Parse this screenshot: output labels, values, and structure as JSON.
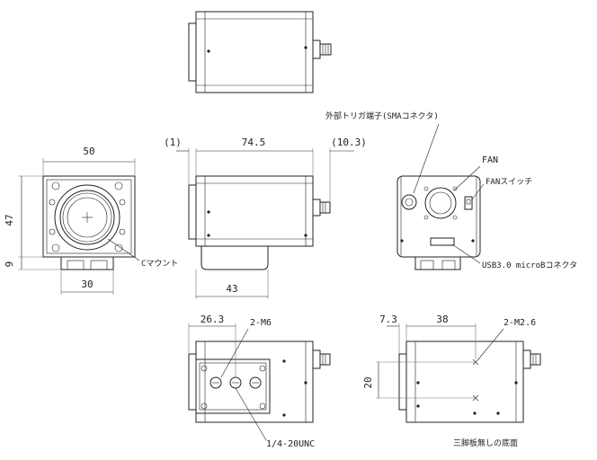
{
  "dimensions": {
    "front_width": "50",
    "front_height": "47",
    "front_bottom": "9",
    "front_foot": "30",
    "side_left_offset": "(1)",
    "side_length": "74.5",
    "side_right_offset": "(10.3)",
    "side_base": "43",
    "bottom_offset": "26.3",
    "bottom2_offset": "7.3",
    "bottom2_length": "38",
    "bottom2_height": "20"
  },
  "labels": {
    "trigger": "外部トリガ端子(SMAコネクタ)",
    "fan": "FAN",
    "fan_switch": "FANスイッチ",
    "usb": "USB3.0 microBコネクタ",
    "c_mount": "Cマウント",
    "m6": "2-M6",
    "tripod": "1/4-20UNC",
    "m26": "2-M2.6",
    "no_mount_view": "三脚板無しの底面"
  }
}
